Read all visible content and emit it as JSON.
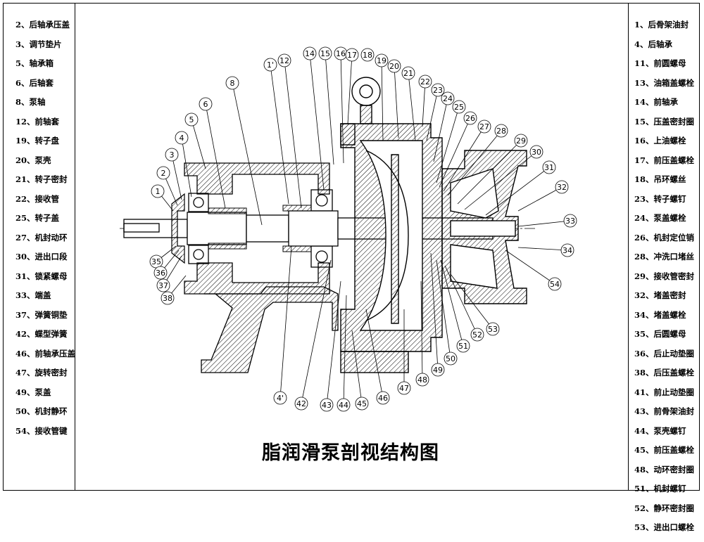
{
  "title": "脂润滑泵剖视结构图",
  "legend_left": [
    "2、后轴承压盖",
    "3、调节垫片",
    "5、轴承箱",
    "6、后轴套",
    "8、泵轴",
    "12、前轴套",
    "19、转子盘",
    "20、泵壳",
    "21、转子密封",
    "22、接收管",
    "25、转子盖",
    "27、机封动环",
    "30、进出口段",
    "31、锁紧螺母",
    "33、端盖",
    "37、弹簧铜垫",
    "42、蝶型弹簧",
    "46、前轴承压盖",
    "47、旋转密封",
    "49、泵盖",
    "50、机封静环",
    "54、接收管键"
  ],
  "legend_right": [
    "1、后骨架油封",
    "4、后轴承",
    "11、前圆螺母",
    "13、油箱盖螺栓",
    "14、前轴承",
    "15、压盖密封圈",
    "16、上油螺栓",
    "17、前压盖螺栓",
    "18、吊环螺丝",
    "23、转子螺钉",
    "24、泵盖螺栓",
    "26、机封定位销",
    "28、冲洗口堵丝",
    "29、接收管密封",
    "32、堵盖密封",
    "34、堵盖螺栓",
    "35、后圆螺母",
    "36、后止动垫圈",
    "38、后压盖螺栓",
    "41、前止动垫圈",
    "43、前骨架油封",
    "44、泵壳螺钉",
    "45、前压盖螺栓",
    "48、动环密封圈",
    "51、机封螺钉",
    "52、静环密封圈",
    "53、进出口螺栓"
  ],
  "balloons": [
    "1",
    "2",
    "3",
    "4",
    "5",
    "6",
    "8",
    "1'",
    "12",
    "14",
    "15",
    "16",
    "17",
    "18",
    "19",
    "20",
    "21",
    "22",
    "23",
    "24",
    "25",
    "26",
    "27",
    "28",
    "29",
    "30",
    "31",
    "32",
    "33",
    "34",
    "35",
    "36",
    "37",
    "38",
    "4'",
    "42",
    "43",
    "44",
    "45",
    "46",
    "47",
    "48",
    "49",
    "50",
    "51",
    "52",
    "53",
    "54"
  ]
}
